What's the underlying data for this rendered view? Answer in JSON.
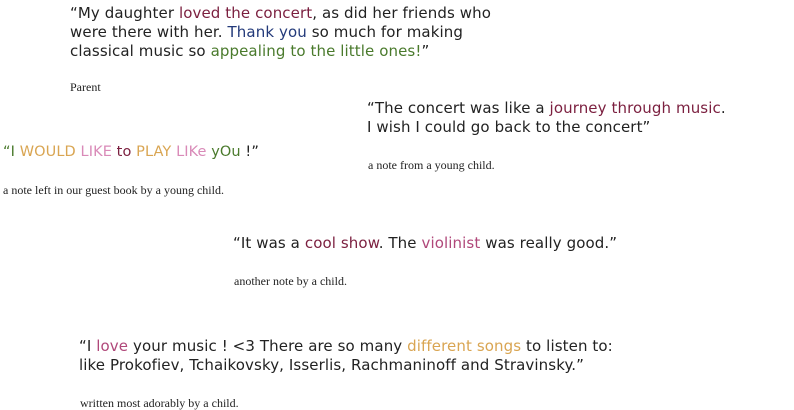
{
  "colors": {
    "text": "#222222",
    "maroon": "#7b1f3f",
    "navy": "#233a7a",
    "green": "#4a7a2c",
    "gold": "#d9a552",
    "pink": "#d98ab8",
    "rose": "#b0487a"
  },
  "testimonials": [
    {
      "lines": [
        [
          {
            "text": "“My daughter ",
            "color": "#222222"
          },
          {
            "text": "loved the concert",
            "color": "#7b1f3f"
          },
          {
            "text": ", as did her friends who",
            "color": "#222222"
          }
        ],
        [
          {
            "text": "were there with her. ",
            "color": "#222222"
          },
          {
            "text": "Thank you",
            "color": "#233a7a"
          },
          {
            "text": " so much for making",
            "color": "#222222"
          }
        ],
        [
          {
            "text": "classical music so ",
            "color": "#222222"
          },
          {
            "text": "appealing to the little ones!",
            "color": "#4a7a2c"
          },
          {
            "text": "”",
            "color": "#222222"
          }
        ]
      ],
      "attribution": "Parent"
    },
    {
      "lines": [
        [
          {
            "text": "“The concert was like a ",
            "color": "#222222"
          },
          {
            "text": "journey through music",
            "color": "#7b1f3f"
          },
          {
            "text": ".",
            "color": "#222222"
          }
        ],
        [
          {
            "text": "I wish I could go back to the concert”",
            "color": "#222222"
          }
        ]
      ],
      "attribution": "a note from a young child."
    },
    {
      "lines": [
        [
          {
            "text": "“I ",
            "color": "#4a7a2c"
          },
          {
            "text": "WOULD ",
            "color": "#d9a552"
          },
          {
            "text": "LIKE ",
            "color": "#d98ab8"
          },
          {
            "text": "to ",
            "color": "#7b1f3f"
          },
          {
            "text": "PLAY ",
            "color": "#d9a552"
          },
          {
            "text": "LIKe ",
            "color": "#d98ab8"
          },
          {
            "text": "yOu",
            "color": "#4a7a2c"
          },
          {
            "text": " !”",
            "color": "#222222"
          }
        ]
      ],
      "attribution": "a note left in our guest book by a young child."
    },
    {
      "lines": [
        [
          {
            "text": "“It was a ",
            "color": "#222222"
          },
          {
            "text": "cool show",
            "color": "#7b1f3f"
          },
          {
            "text": ". The ",
            "color": "#222222"
          },
          {
            "text": "violinist",
            "color": "#b0487a"
          },
          {
            "text": " was really good.”",
            "color": "#222222"
          }
        ]
      ],
      "attribution": "another note by a child."
    },
    {
      "lines": [
        [
          {
            "text": "“I ",
            "color": "#222222"
          },
          {
            "text": "love",
            "color": "#b0487a"
          },
          {
            "text": " your music ! <3 There are so many ",
            "color": "#222222"
          },
          {
            "text": "different songs",
            "color": "#d9a552"
          },
          {
            "text": " to listen to:",
            "color": "#222222"
          }
        ],
        [
          {
            "text": "like Prokofiev, Tchaikovsky, Isserlis, Rachmaninoff and Stravinsky.”",
            "color": "#222222"
          }
        ]
      ],
      "attribution": "written most adorably by a child."
    }
  ]
}
